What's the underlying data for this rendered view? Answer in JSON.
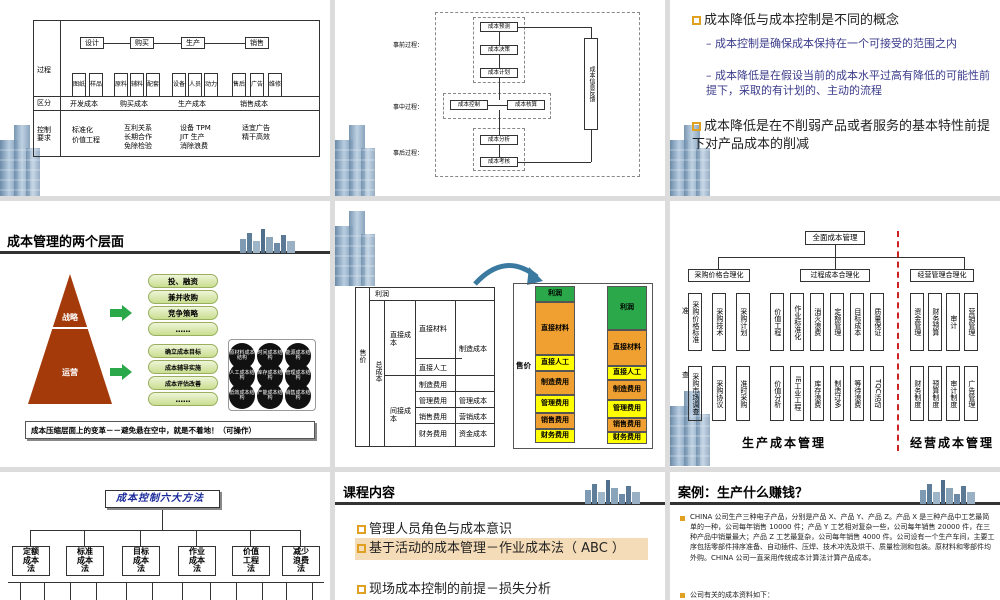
{
  "s1": {
    "top_boxes": [
      "设计",
      "购买",
      "生产",
      "销售"
    ],
    "row_label_process": "过程",
    "row_label_division": "区分",
    "row_label_control": "控制\n要求",
    "process_items": [
      "图纸",
      "样品",
      "原料",
      "辅料",
      "配套",
      "设备",
      "人员",
      "动力",
      "售后",
      "广告",
      "维修"
    ],
    "divisions": [
      "开发成本",
      "购买成本",
      "生产成本",
      "销售成本"
    ],
    "controls": [
      [
        "标准化",
        "价值工程"
      ],
      [
        "互利关系",
        "长期合作",
        "免除检验"
      ],
      [
        "设备 TPM",
        "JIT 生产",
        "消除浪费"
      ],
      [
        "适宜广告",
        "精干高效"
      ]
    ]
  },
  "s2": {
    "phases": [
      "事前过程：",
      "事中过程：",
      "事后过程："
    ],
    "boxes": [
      "成本预测",
      "成本决策",
      "成本计划",
      "成本控制",
      "成本核算",
      "成本分析",
      "成本考核"
    ],
    "feedback": "成本信息反馈"
  },
  "s3": {
    "p1": "成本降低与成本控制是不同的概念",
    "d1": "– 成本控制是确保成本保持在一个可接受的范围之内",
    "d2": "– 成本降低是在假设当前的成本水平过高有降低的可能性前提下，采取的有计划的、主动的流程",
    "p2": "成本降低是在不削弱产品或者服务的基本特性前提下对产品成本的削减"
  },
  "s4": {
    "title": "成本管理的两个层面",
    "top_label": "战略",
    "bottom_label": "运营",
    "upper_pills": [
      "投、融资",
      "兼并收购",
      "竞争策略"
    ],
    "upper_more": "……",
    "lower_pills": [
      "确立成本目标",
      "成本辅导实施",
      "成本评估改善"
    ],
    "lower_more": "……",
    "circles": [
      "原材料成本结构",
      "时间成本结构",
      "能源成本结构",
      "人工成本结构",
      "库存成本结构",
      "管理成本结构",
      "低效成本结构",
      "产能成本结构",
      "销售成本结构"
    ],
    "footer": "成本压缩层面上的变革－－避免悬在空中，就是不着地！（可操作）"
  },
  "s5": {
    "profit": "利润",
    "price": "售价",
    "total_cost": "总成本",
    "direct_cost": "直接成本",
    "direct_material": "直接材料",
    "direct_labor": "直接人工",
    "indirect_cost": "间接成本",
    "manufacturing": "制造成本",
    "mfg_fee": "制造费用",
    "mgmt_fee": "管理费用",
    "sales_fee": "销售费用",
    "fin_fee": "财务费用",
    "mgmt_cost": "管理成本",
    "sales_cost": "营销成本",
    "capital_cost": "资金成本",
    "right_price": "售价",
    "col1": [
      "利润",
      "直接材料",
      "直接人工",
      "制造费用",
      "管理费用",
      "销售费用",
      "财务费用"
    ],
    "col2": [
      "利润",
      "直接材料",
      "直接人工",
      "制造费用",
      "管理费用",
      "销售费用",
      "财务费用"
    ]
  },
  "s6": {
    "root": "全面成本管理",
    "groups": [
      "采购价格合理化",
      "过程成本合理化",
      "经营管理合理化"
    ],
    "g1_top": [
      "采购价格标准",
      "采购技术",
      "采购计划"
    ],
    "g1_bot": [
      "采购市场调查",
      "采购协议",
      "准时采购"
    ],
    "g2_top": [
      "价值工程",
      "作业标准化",
      "消灭浪费",
      "定额管理",
      "目标成本",
      "质量保证"
    ],
    "g2_bot": [
      "价值分析",
      "IE工业工程",
      "库存浪费",
      "制造过多",
      "等待浪费",
      "TQC活动"
    ],
    "g3_top": [
      "资金管理",
      "财务预算",
      "审计",
      "营销管理"
    ],
    "g3_bot": [
      "财务制度",
      "预算制度",
      "审计制度",
      "广告管理"
    ],
    "side_labels": [
      "准",
      "查"
    ],
    "foot_left": "生产成本管理",
    "foot_right": "经营成本管理"
  },
  "s7": {
    "title": "成本控制六大方法",
    "methods": [
      "定额成本法",
      "标准成本法",
      "目标成本法",
      "作业成本法",
      "价值工程法",
      "减少浪费法"
    ]
  },
  "s8": {
    "title": "课程内容",
    "items": [
      "管理人员角色与成本意识",
      "基于活动的成本管理－作业成本法（ ABC ）",
      "现场成本控制的前提－损失分析"
    ]
  },
  "s9": {
    "title": "案例：生产什么赚钱？",
    "para": "CHINA 公司生产三种电子产品，分别是产品 X、产品 Y、产品 Z。产品 X 是三种产品中工艺最简单的一种，公司每年销售 10000 件；产品 Y 工艺相对复杂一些，公司每年销售 20000 件，在三种产品中销量最大；产品 Z 工艺最复杂，公司每年销售 4000 件。公司设有一个生产车间，主要工序包括零部件排序准备、自动插件、压焊、技术冲洗及烘干、质量检测和包装。原材料和零部件均外购。CHINA 公司一直采用传统成本计算法计算产品成本。",
    "para2": "公司有关的成本资料如下："
  },
  "colors": {
    "orange": "#e0a020",
    "green": "#2aa84a",
    "pyramid": "#a43a0a",
    "red_dash": "#cc2222"
  }
}
